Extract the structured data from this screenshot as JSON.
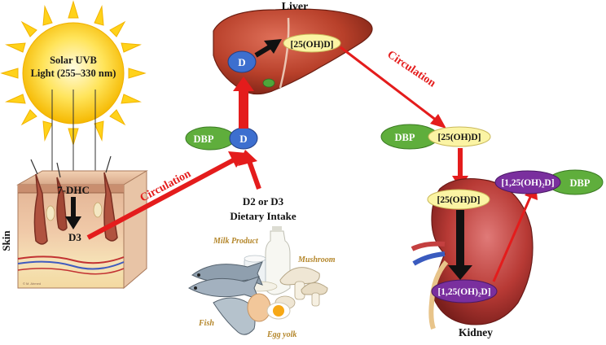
{
  "sun": {
    "line1": "Solar UVB",
    "line2": "Light (255–330 nm)"
  },
  "skin": {
    "side_label": "Skin",
    "precursor": "7-DHC",
    "product": "D3"
  },
  "liver": {
    "title": "Liver",
    "inner_d": "D",
    "inner_metabolite": "[25(OH)D]"
  },
  "circulation_left": "Circulation",
  "circulation_right": "Circulation",
  "blood_complex": {
    "dbp": "DBP",
    "d": "D"
  },
  "dietary": {
    "line1": "D2 or D3",
    "line2": "Dietary Intake",
    "foods": {
      "milk": "Milk Product",
      "mushroom": "Mushroom",
      "fish": "Fish",
      "egg": "Egg yolk"
    }
  },
  "right_complex": {
    "dbp": "DBP",
    "metabolite": "[25(OH)D]"
  },
  "kidney": {
    "title": "Kidney",
    "input": "[25(OH)D]",
    "output": "[1,25(OH)₂D]"
  },
  "active_complex": {
    "metabolite": "[1,25(OH)₂D]",
    "dbp": "DBP"
  },
  "colors": {
    "arrow_red": "#e41c1c",
    "dbp_green": "#5fae3c",
    "d_blue": "#3d6fcf",
    "metabolite_yellow": "#fbf4a4",
    "active_purple": "#7a2f9e",
    "sun_yellow": "#ffd21a",
    "liver_red": "#b8402a",
    "kidney_red": "#b83a35"
  }
}
